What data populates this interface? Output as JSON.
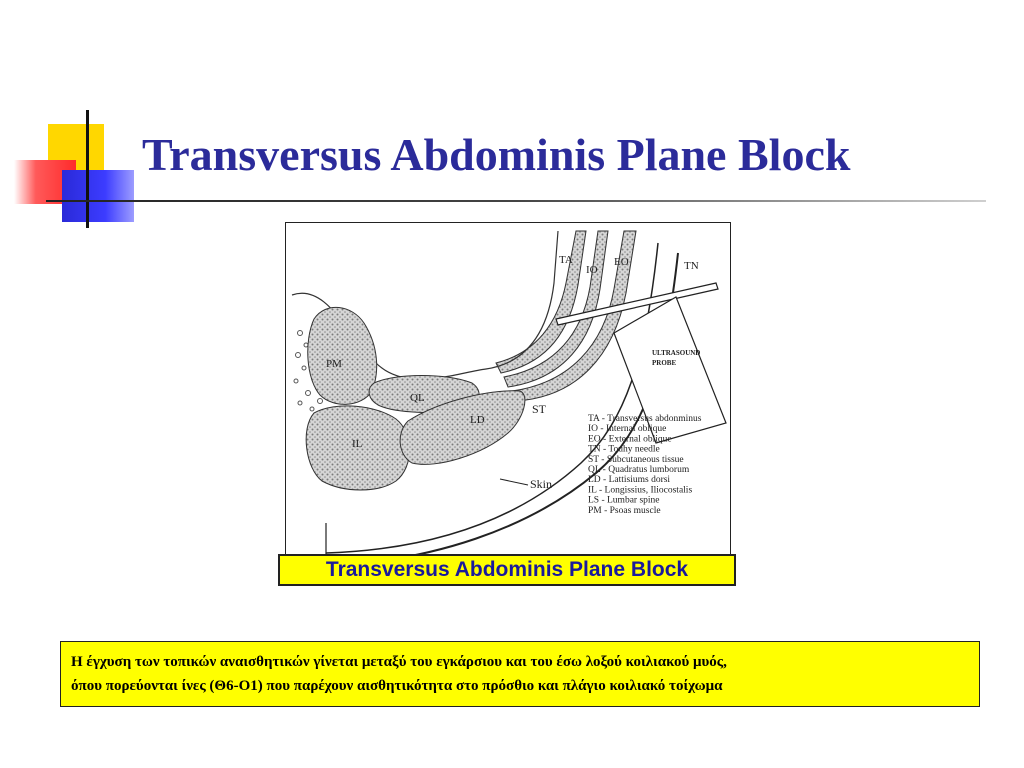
{
  "slide": {
    "title": "Transversus Abdominis Plane Block"
  },
  "figure": {
    "labels": {
      "ta": "TA",
      "io": "IO",
      "eo": "EO",
      "tn": "TN",
      "pm": "PM",
      "ql": "QL",
      "il": "IL",
      "ld": "LD",
      "st": "ST",
      "skin": "Skin",
      "probe_line1": "ULTRASOUND",
      "probe_line2": "PROBE"
    },
    "legend": [
      "TA - Transversus abdonminus",
      "IO - Internal oblique",
      "EO - External oblique",
      "TN - Touhy needle",
      "ST - Subcutaneous tissue",
      "QL - Quadratus lumborum",
      "LD - Lattisiums dorsi",
      "IL - Longissius, Iliocostalis",
      "LS - Lumbar spine",
      "PM - Psoas muscle"
    ],
    "caption": "Transversus Abdominis Plane Block"
  },
  "note": {
    "line1": "Η έγχυση των τοπικών αναισθητικών γίνεται μεταξύ του εγκάρσιου και του έσω λοξού κοιλιακού μυός,",
    "line2": "όπου πορεύονται ίνες (Θ6-Ο1) που παρέχουν αισθητικότητα στο πρόσθιο και πλάγιο κοιλιακό τοίχωμα"
  },
  "colors": {
    "title": "#2b2b9a",
    "caption_bg": "#ffff00",
    "caption_text": "#1a1a9c",
    "ornament_yellow": "#ffd700",
    "ornament_red": "#ff2a2a",
    "ornament_blue": "#3c3cff"
  }
}
